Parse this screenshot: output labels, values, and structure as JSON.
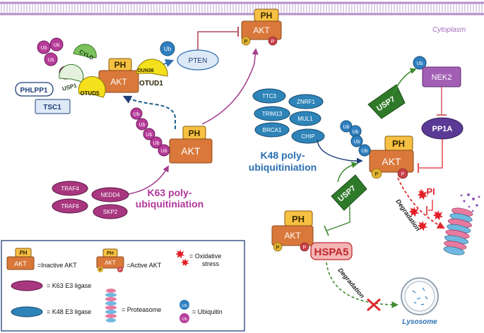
{
  "labels": {
    "cytoplasm": "Cytoplasm",
    "ph": "PH",
    "akt": "AKT",
    "p": "P",
    "ub": "Ub",
    "pten": "PTEN",
    "phlpp1": "PHLPP1",
    "tsc1": "TSC1",
    "cyld": "CYLD",
    "usp1": "USP1",
    "otud5": "OTUD5",
    "oun36": "OUN36",
    "otud1": "OTUD1",
    "traf4": "TRAF4",
    "nedd4": "NEDD4",
    "traf6": "TRAF6",
    "skp2": "SKP2",
    "k63_line1": "K63 poly-",
    "k63_line2": "ubiquitiniation",
    "k48_line1": "K48 poly-",
    "k48_line2": "ubiquitiniation",
    "ttc3": "TTC3",
    "znrf1": "ZNRF1",
    "trim13": "TRIM13",
    "mul1": "MUL1",
    "brca1": "BRCA1",
    "chip": "CHIP",
    "usp7": "USP7",
    "nek2": "NEK2",
    "pp1a": "PP1A",
    "pi": "+ PI",
    "degradation": "Degradation",
    "hspa5": "HSPA5",
    "lysosome": "Lysosome"
  },
  "legend": {
    "inactive_akt": "=Inactive AKT",
    "active_akt": "=Active AKT",
    "oxidative_line1": "= Oxidative",
    "oxidative_line2": "stress",
    "k63_ligase": "= K63 E3 ligase",
    "k48_ligase": "= K48 E3 ligase",
    "proteasome": "= Proteasome",
    "ubiquitin": "= Ubiquitin"
  },
  "colors": {
    "akt": "#d9783a",
    "ph": "#f6c043",
    "phospho": "#e0b230",
    "phospho_red": "#c9414a",
    "ub_purple": "#b73c9a",
    "ub_blue": "#2f7fc0",
    "k63_ligase": "#a8377f",
    "k48_ligase": "#2e84b8",
    "cyld": "#7cc25c",
    "usp_green": "#3f8a2f",
    "otud_yellow": "#f4e01d",
    "pten": "#dde9f6",
    "nek2": "#a35fb4",
    "pp1a": "#5b3a96",
    "hspa5": "#f4b4b4",
    "membrane": "#b58fc8",
    "label_purple": "#b0379a",
    "label_blue": "#2a6fb3",
    "red": "#e0282f"
  }
}
